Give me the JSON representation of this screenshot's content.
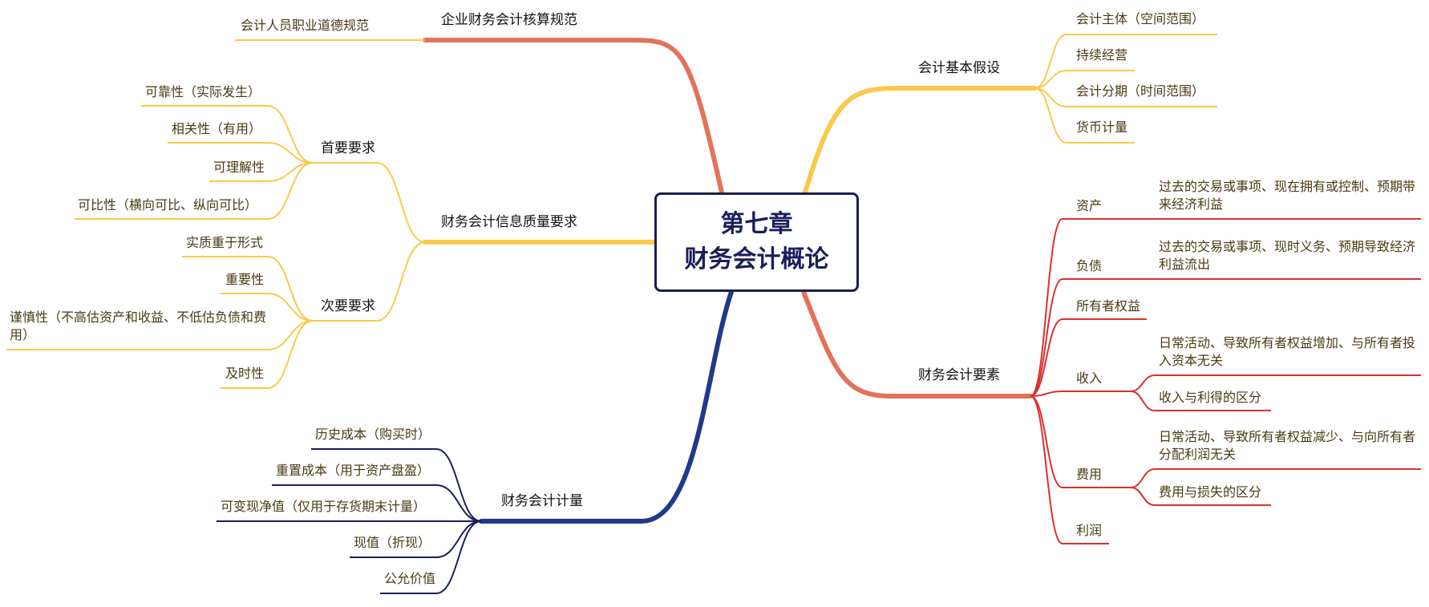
{
  "center": {
    "line1": "第七章",
    "line2": "财务会计概论"
  },
  "colors": {
    "navy": "#1f3a8a",
    "orange": "#e2735a",
    "yellow": "#f9c94a",
    "red": "#dc2f2f",
    "dark": "#1a1f4e"
  },
  "branches": {
    "norm": {
      "label": "企业财务会计核算规范",
      "children": [
        "会计人员职业道德规范"
      ]
    },
    "quality": {
      "label": "财务会计信息质量要求",
      "primary": {
        "label": "首要要求",
        "items": [
          "可靠性（实际发生）",
          "相关性（有用）",
          "可理解性",
          "可比性（横向可比、纵向可比）"
        ]
      },
      "secondary": {
        "label": "次要要求",
        "items": [
          "实质重于形式",
          "重要性",
          "谨慎性（不高估资产和收益、不低估负债和费用）",
          "及时性"
        ]
      }
    },
    "measure": {
      "label": "财务会计计量",
      "items": [
        "历史成本（购买时）",
        "重置成本（用于资产盘盈）",
        "可变现净值（仅用于存货期末计量）",
        "现值（折现）",
        "公允价值"
      ]
    },
    "assume": {
      "label": "会计基本假设",
      "items": [
        "会计主体（空间范围）",
        "持续经营",
        "会计分期（时间范围）",
        "货币计量"
      ]
    },
    "elements": {
      "label": "财务会计要素",
      "asset": {
        "label": "资产",
        "desc": "过去的交易或事项、现在拥有或控制、预期带来经济利益"
      },
      "liability": {
        "label": "负债",
        "desc": "过去的交易或事项、现时义务、预期导致经济利益流出"
      },
      "equity": {
        "label": "所有者权益"
      },
      "income": {
        "label": "收入",
        "desc": "日常活动、导致所有者权益增加、与所有者投入资本无关",
        "extra": "收入与利得的区分"
      },
      "expense": {
        "label": "费用",
        "desc": "日常活动、导致所有者权益减少、与向所有者分配利润无关",
        "extra": "费用与损失的区分"
      },
      "profit": {
        "label": "利润"
      }
    }
  }
}
